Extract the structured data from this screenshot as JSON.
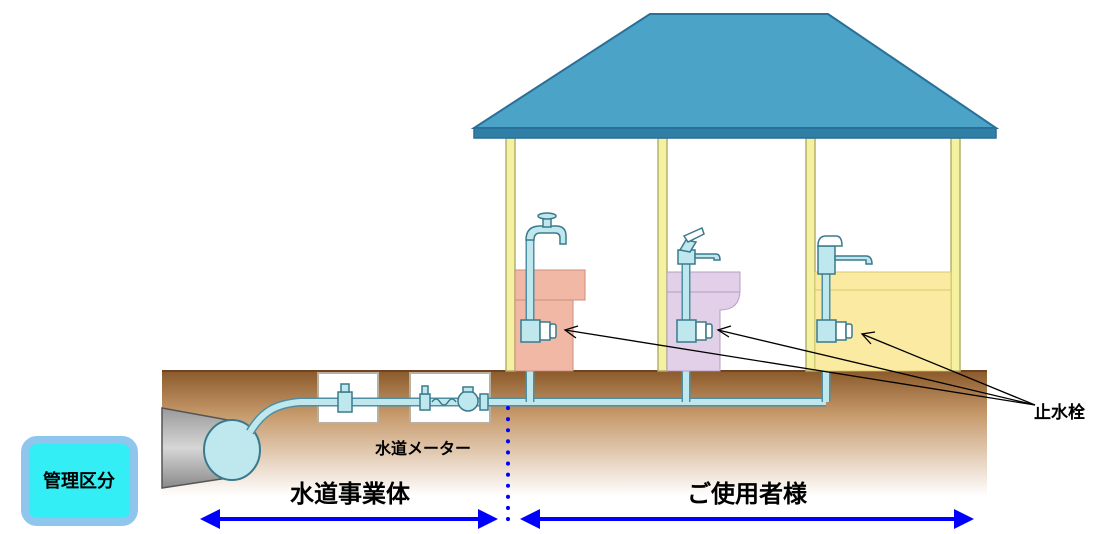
{
  "labels": {
    "stop_valve": "止水栓",
    "water_meter": "水道メーター",
    "management_division": "管理区分",
    "water_utility": "水道事業体",
    "customer": "ご使用者様"
  },
  "colors": {
    "roof": "#4BA3C7",
    "roof_edge": "#2A6F97",
    "pillar": "#F4F2A0",
    "soil_top": "#8B5A2B",
    "soil_bottom": "#FFFFFF",
    "pipe": "#BFE7EE",
    "pipe_stroke": "#4E8FA3",
    "arrow_blue": "#0000FF",
    "badge_fill": "#33EEF5",
    "badge_border": "#8EC6EE",
    "sink_left": "#F2B8A6",
    "sink_middle": "#E2CFE8",
    "sink_right": "#FBEAA2"
  }
}
